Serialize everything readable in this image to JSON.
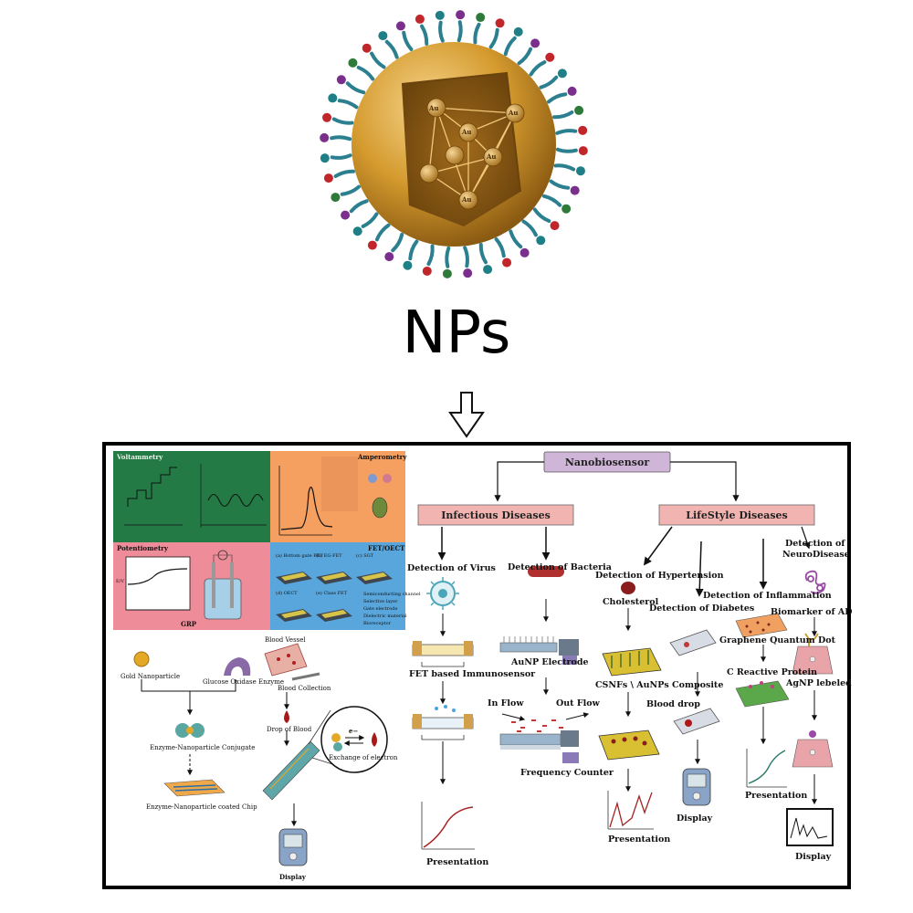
{
  "title": "NPs",
  "core": {
    "atom_label": "Au"
  },
  "hub": {
    "label": "Nanobiosensor"
  },
  "branches": {
    "infectious": "Infectious Diseases",
    "lifestyle": "LifeStyle Diseases"
  },
  "left_panels": {
    "voltammetry": "Voltammetry",
    "amperometry": "Amperometry",
    "potentiometry": "Potentiometry",
    "fet_oect": "FET/OECT",
    "grp": "GRP",
    "ev_axis": "E/V",
    "fet_items": [
      "(a) Bottom gate FET",
      "(b) EG-FET",
      "(c) SGT",
      "(d) OECT",
      "(e) Class FET"
    ],
    "fet_legend": [
      "Semiconducting channel",
      "Selective layer",
      "Gate electrode",
      "Dielectric material",
      "Bioreceptor"
    ]
  },
  "glucose_flow": {
    "gold_np": "Gold Nanoparticle",
    "glucose_oxidase": "Glucose Oxidase Enzyme",
    "blood_vessel": "Blood Vessel",
    "blood_collection": "Blood Collection",
    "conjugate": "Enzyme-Nanoparticle Conjugate",
    "drop_of_blood": "Drop of Blood",
    "exchange": "Exchange of electron",
    "electron": "e−",
    "chip": "Enzyme-Nanoparticle coated Chip",
    "display": "Display"
  },
  "infectious_flow": {
    "virus": "Detection of Virus",
    "fet_sensor": "FET based Immunosensor",
    "presentation": "Presentation",
    "bacteria": "Detection of Bacteria",
    "aunp_electrode": "AuNP Electrode",
    "in_flow": "In Flow",
    "out_flow": "Out Flow",
    "freq_counter": "Frequency Counter"
  },
  "lifestyle_flow": {
    "hypertension": "Detection of Hypertension",
    "cholesterol": "Cholesterol",
    "csnfs": "CSNFs \\ AuNPs Composite",
    "presentation1": "Presentation",
    "diabetes": "Detection of Diabetes",
    "blood_drop": "Blood drop",
    "display1": "Display",
    "inflammation": "Detection of Inflammation",
    "gqd": "Graphene Quantum Dot",
    "crp": "C Reactive Protein",
    "presentation2": "Presentation",
    "neuro_line1": "Detection of",
    "neuro_line2": "NeuroDisease",
    "biomarker": "Biomarker of AD",
    "agnp": "AgNP lebeled",
    "display2": "Display"
  },
  "colors": {
    "gold": "#d9a23c",
    "voltammetry_bg": "#237a45",
    "amperometry_bg": "#f5a060",
    "potentiometry_bg": "#ee8c9a",
    "fet_bg": "#58a6dc",
    "hub_bg": "#cfb6d8",
    "branch_bg": "#f2b4b0"
  }
}
